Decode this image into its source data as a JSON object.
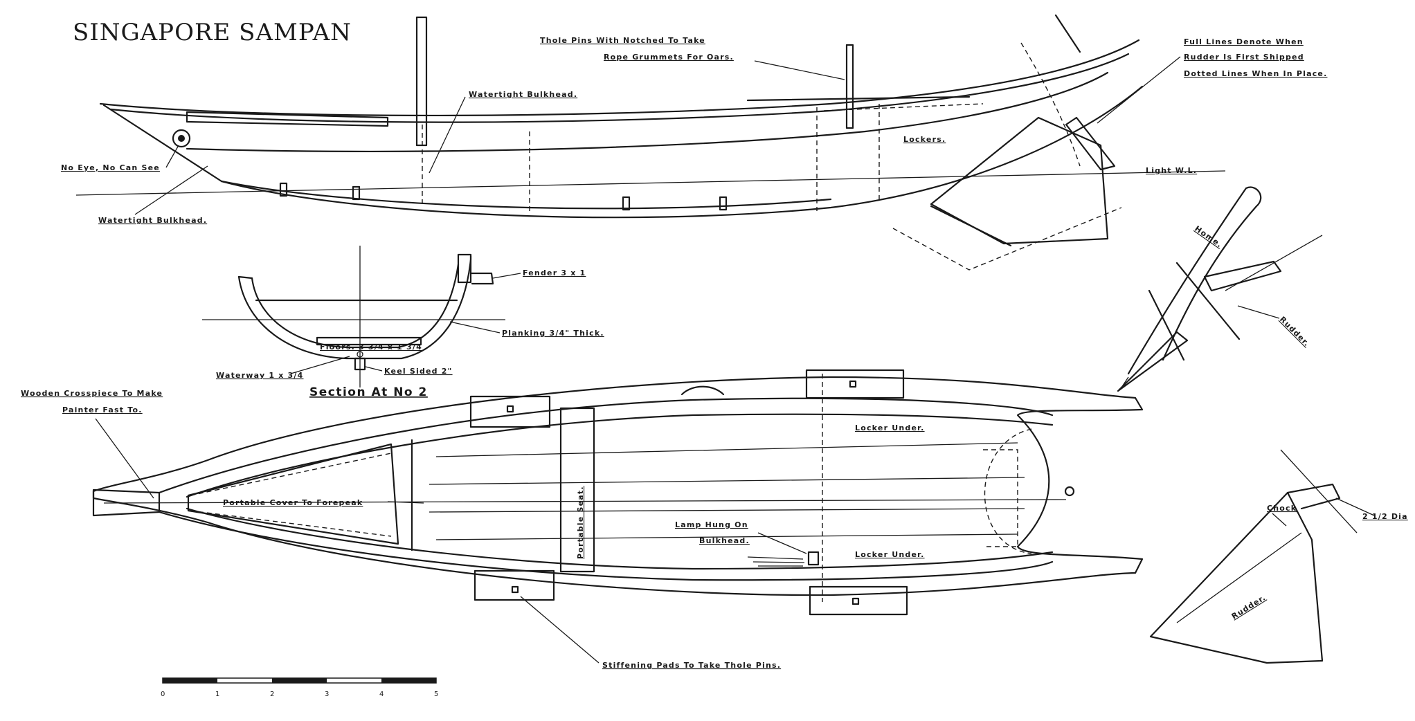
{
  "title": "SINGAPORE SAMPAN",
  "labels": {
    "thole_pins_1": "Thole Pins With Notched To Take",
    "thole_pins_2": "Rope Grummets For Oars.",
    "full_lines_1": "Full Lines Denote When",
    "full_lines_2": "Rudder Is First Shipped",
    "full_lines_3": "Dotted Lines When In Place.",
    "watertight_top": "Watertight Bulkhead.",
    "no_eye": "No Eye, No Can See",
    "watertight_bottom": "Watertight Bulkhead.",
    "lockers": "Lockers.",
    "light_wl": "Light W.L.",
    "fender": "Fender 3 x 1",
    "planking": "Planking 3/4\" Thick.",
    "floors": "Floors. 3 3/4 x 1 3/4",
    "waterway": "Waterway 1 x 3/4",
    "keel": "Keel Sided 2\"",
    "section": "Section At No 2",
    "wooden_1": "Wooden Crosspiece To Make",
    "wooden_2": "Painter Fast To.",
    "portable_cover": "Portable Cover To Forepeak",
    "portable_seat": "Portable Seat.",
    "locker_under_top": "Locker Under.",
    "locker_under_bottom": "Locker Under.",
    "lamp_1": "Lamp Hung On",
    "lamp_2": "Bulkhead.",
    "stiffening": "Stiffening Pads To Take Thole Pins.",
    "home": "Home.",
    "rudder_top": "Rudder.",
    "chock": "Chock",
    "rudder_bottom": "Rudder.",
    "dia": "2 1/2 Dia"
  },
  "scale": {
    "ticks": [
      "0",
      "1",
      "2",
      "3",
      "4",
      "5"
    ]
  }
}
